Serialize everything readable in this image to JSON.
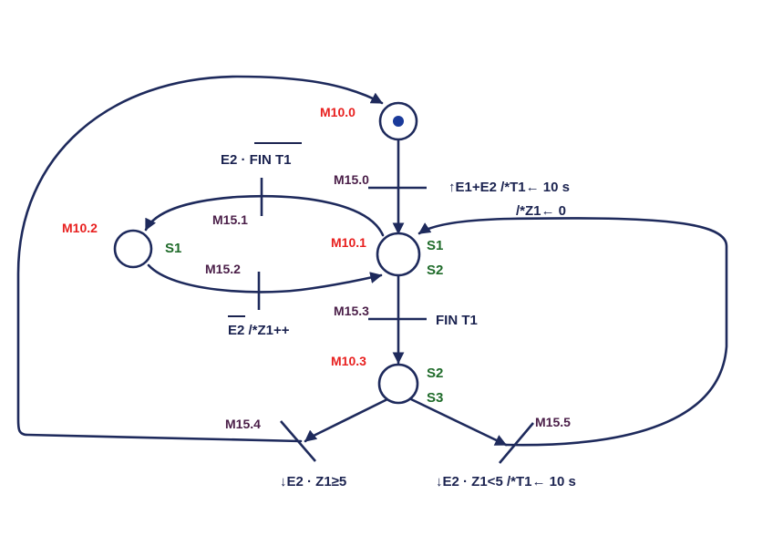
{
  "colors": {
    "line": "#1e2a5c",
    "step_label": "#e8201f",
    "transition_label": "#4a1e48",
    "action_label": "#1f6b2a",
    "condition_label": "#1b2350",
    "token": "#1a3a9a"
  },
  "steps": {
    "m10_0": {
      "name": "M10.0",
      "initial": true
    },
    "m10_1": {
      "name": "M10.1",
      "actions": [
        "S1",
        "S2"
      ]
    },
    "m10_2": {
      "name": "M10.2",
      "actions": [
        "S1"
      ]
    },
    "m10_3": {
      "name": "M10.3",
      "actions": [
        "S2",
        "S3"
      ]
    }
  },
  "transitions": {
    "m15_0": {
      "name": "M15.0",
      "condition_line1": "↑E1+E2 /*T1← 10 s",
      "condition_line2": "/*Z1← 0"
    },
    "m15_1": {
      "name": "M15.1",
      "condition": "E2 · FIN T1"
    },
    "m15_2": {
      "name": "M15.2",
      "condition": "E2 /*Z1++"
    },
    "m15_3": {
      "name": "M15.3",
      "condition": "FIN T1"
    },
    "m15_4": {
      "name": "M15.4",
      "condition": "↓E2 · Z1≥5"
    },
    "m15_5": {
      "name": "M15.5",
      "condition": "↓E2 · Z1<5 /*T1← 10 s"
    }
  }
}
